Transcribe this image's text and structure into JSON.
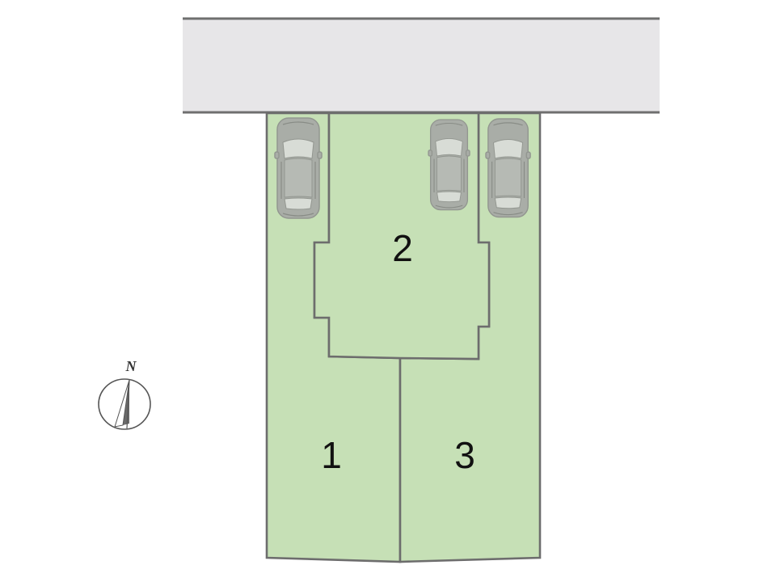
{
  "colors": {
    "road_fill": "#e7e6e8",
    "road_border": "#6f6f6f",
    "lot_fill": "#c6e0b6",
    "lot_border": "#6d6d6d",
    "car_body": "#a5a5a5",
    "car_outline": "#8a8a8a",
    "car_glass": "#dcdcdc",
    "compass_line": "#555555"
  },
  "lots": [
    {
      "label": "1"
    },
    {
      "label": "2"
    },
    {
      "label": "3"
    }
  ],
  "parking_spaces": [
    {
      "icon": "car-icon"
    },
    {
      "icon": "car-icon"
    },
    {
      "icon": "car-icon"
    }
  ],
  "compass": {
    "icon": "north-arrow-icon",
    "letter": "N"
  }
}
